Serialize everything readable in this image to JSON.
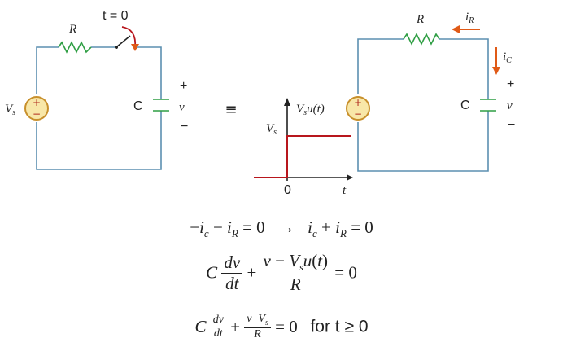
{
  "left_circuit": {
    "resistor_label": "R",
    "switch_label": "t = 0",
    "source_label": "V",
    "source_label_sub": "s",
    "capacitor_label": "C",
    "voltage_label": "v",
    "plus": "+",
    "minus": "−"
  },
  "equivalence_symbol": "≡",
  "step_graph": {
    "function_label": "V",
    "function_label_sub": "s",
    "function_label_rest": "u(t)",
    "level_label": "V",
    "level_label_sub": "s",
    "origin_label": "0",
    "axis_label": "t"
  },
  "right_circuit": {
    "resistor_label": "R",
    "current_r_label": "i",
    "current_r_sub": "R",
    "current_c_label": "i",
    "current_c_sub": "C",
    "capacitor_label": "C",
    "voltage_label": "v",
    "plus": "+",
    "minus": "−"
  },
  "equations": {
    "line1": "−i_c − i_R = 0  →  i_c + i_R = 0",
    "line2": "C dv/dt + (v − V_s u(t))/R = 0",
    "line3": "C dv/dt + (v − V_s)/R = 0 for t ≥ 0",
    "for_text": "for t ≥ 0"
  }
}
